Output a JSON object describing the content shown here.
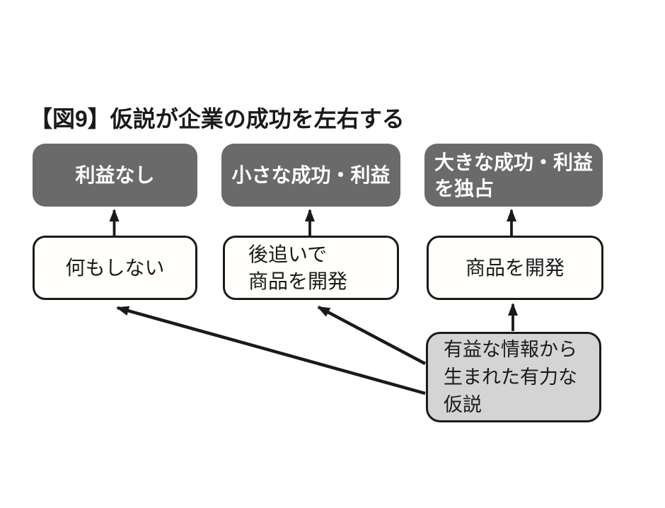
{
  "title": "【図9】仮説が企業の成功を左右する",
  "colors": {
    "background": "#ffffff",
    "outcome_box_bg": "#6a6a6a",
    "outcome_box_text": "#ffffff",
    "action_box_bg": "#fffefb",
    "hypothesis_box_bg": "#d4d4d4",
    "line": "#1a1a1a",
    "text": "#1a1a1a"
  },
  "outcome_boxes": [
    {
      "id": "no-profit",
      "label": "利益なし"
    },
    {
      "id": "small-success",
      "label": "小さな成功・利益"
    },
    {
      "id": "big-success",
      "label": "大きな成功・利益\nを独占"
    }
  ],
  "action_boxes": [
    {
      "id": "do-nothing",
      "label": "何もしない"
    },
    {
      "id": "follow-develop",
      "label": "後追いで\n商品を開発"
    },
    {
      "id": "develop",
      "label": "商品を開発"
    }
  ],
  "hypothesis_box": {
    "id": "hypothesis",
    "label": "有益な情報から\n生まれた有力な\n仮説"
  },
  "connections": [
    {
      "from": "do-nothing",
      "to": "no-profit"
    },
    {
      "from": "follow-develop",
      "to": "small-success"
    },
    {
      "from": "develop",
      "to": "big-success"
    },
    {
      "from": "hypothesis",
      "to": "develop"
    },
    {
      "from": "hypothesis",
      "to": "follow-develop"
    },
    {
      "from": "hypothesis",
      "to": "do-nothing"
    }
  ]
}
